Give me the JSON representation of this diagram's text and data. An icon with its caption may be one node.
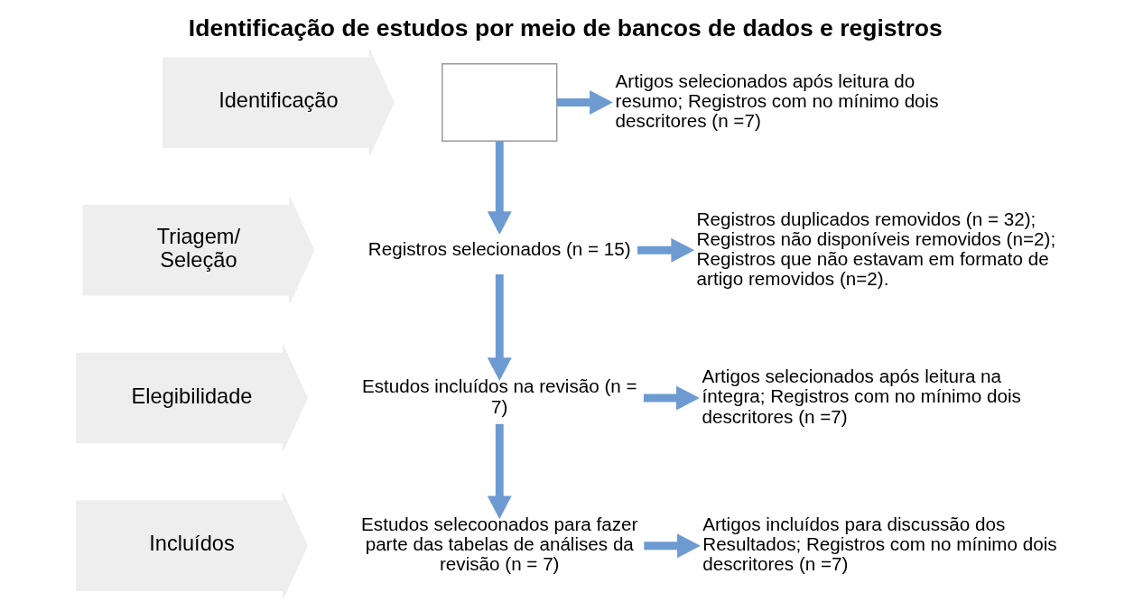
{
  "diagram": {
    "title": "Identificação de estudos por meio de bancos de dados e registros",
    "nodes": [
      {
        "text": [
          "Identificação"
        ]
      },
      {
        "text": [],
        "shape": "box"
      },
      {
        "text": [
          "Artigos selecionados após leitura do resumo; Registros com no mínimo dois descritores (n =7)"
        ]
      },
      {
        "text": [
          "Triagem/ Seleção"
        ]
      },
      {
        "text": [
          "Registros selecionados (n = 15)"
        ]
      },
      {
        "text": [
          "Registros duplicados removidos (n = 32); Registros não disponíveis removidos (n=2); Registros que não estavam em formato de artigo removidos (n=2)."
        ]
      },
      {
        "text": [
          "Elegibilidade"
        ]
      },
      {
        "text": [
          "Estudos incluídos na revisão (n = 7)"
        ]
      },
      {
        "text": [
          "Artigos selecionados após leitura na íntegra; Registros com no mínimo dois descritores (n =7)"
        ]
      },
      {
        "text": [
          "Incluídos"
        ]
      },
      {
        "text": [
          "Estudos selecoonados para fazer parte das tabelas de análises da revisão (n = 7)"
        ]
      },
      {
        "text": [
          "Artigos incluídos para discussão dos Resultados; Registros com no mínimo dois descritores (n =7)"
        ]
      }
    ],
    "edges": [
      {
        "from": 1,
        "to": 2,
        "arrow": "to"
      },
      {
        "from": 1,
        "to": 4,
        "arrow": "to"
      },
      {
        "from": 4,
        "to": 5,
        "arrow": "to"
      },
      {
        "from": 4,
        "to": 7,
        "arrow": "to"
      },
      {
        "from": 7,
        "to": 8,
        "arrow": "to"
      },
      {
        "from": 7,
        "to": 10,
        "arrow": "to"
      },
      {
        "from": 10,
        "to": 11,
        "arrow": "to"
      }
    ]
  }
}
